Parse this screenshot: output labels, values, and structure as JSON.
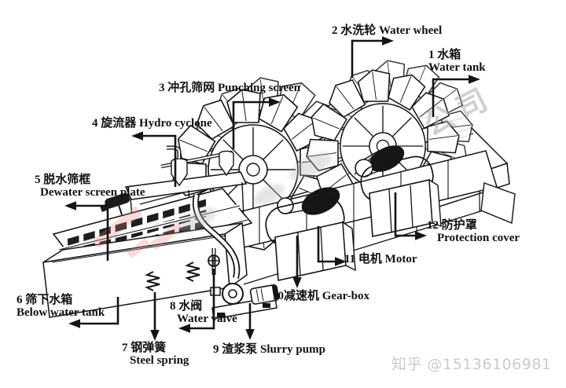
{
  "figure": {
    "background": "#ffffff",
    "ink": "#141414",
    "watermark_gray": "#aaaaaa",
    "watermark_pink": "#e18282",
    "zhihu_gray": "#cbcbcb"
  },
  "callouts": {
    "water_tank": {
      "zh": "1 水箱",
      "en": "Water tank"
    },
    "water_wheel": {
      "text": "2 水洗轮 Water wheel"
    },
    "punching_screen": {
      "text": "3 冲孔筛网 Punching screen"
    },
    "hydro_cyclone": {
      "text": "4 旋流器 Hydro cyclone"
    },
    "dewater_screen": {
      "zh": "5 脱水筛框",
      "en": "Dewater screen plate"
    },
    "below_water_tank": {
      "zh": "6 筛下水箱",
      "en": "Below water tank"
    },
    "steel_spring": {
      "zh": "7 钢弹簧",
      "en": "Steel spring"
    },
    "water_valve": {
      "zh": "8 水阀",
      "en": "Water valve"
    },
    "slurry_pump": {
      "text": "9 渣浆泵 Slurry pump"
    },
    "gear_box": {
      "text": "10减速机 Gear-box"
    },
    "motor": {
      "text": "11 电机 Motor"
    },
    "protection_cover": {
      "zh": "12 防护罩",
      "en": "Protection cover"
    }
  },
  "watermarks": {
    "company_fragment": "公司",
    "zhihu": "知乎 @15136106981"
  }
}
